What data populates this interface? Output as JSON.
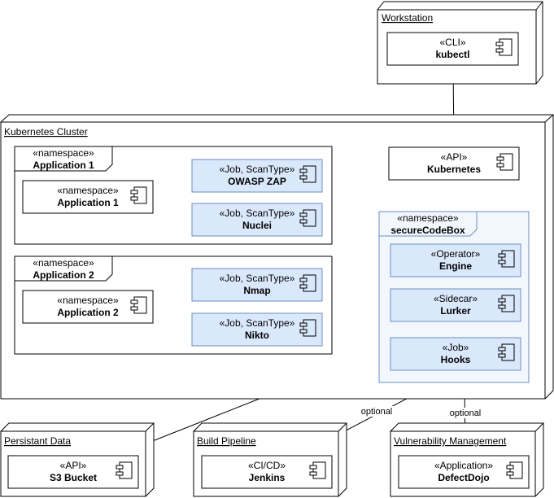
{
  "nodes": {
    "workstation": {
      "title": "Workstation"
    },
    "cluster": {
      "title": "Kubernetes Cluster"
    },
    "persistant_data": {
      "title": "Persistant Data"
    },
    "build_pipeline": {
      "title": "Build Pipeline"
    },
    "vuln_mgmt": {
      "title": "Vulnerability Management"
    }
  },
  "packages": {
    "app1": {
      "stereotype": "«namespace»",
      "name": "Application 1"
    },
    "app2": {
      "stereotype": "«namespace»",
      "name": "Application 2"
    },
    "scb": {
      "stereotype": "«namespace»",
      "name": "secureCodeBox"
    }
  },
  "components": {
    "kubectl": {
      "stereotype": "«CLI»",
      "name": "kubectl"
    },
    "kubernetes": {
      "stereotype": "«API»",
      "name": "Kubernetes"
    },
    "app1_ns": {
      "stereotype": "«namespace»",
      "name": "Application 1"
    },
    "zap": {
      "stereotype": "«Job, ScanType»",
      "name": "OWASP ZAP"
    },
    "nuclei": {
      "stereotype": "«Job, ScanType»",
      "name": "Nuclei"
    },
    "app2_ns": {
      "stereotype": "«namespace»",
      "name": "Application 2"
    },
    "nmap": {
      "stereotype": "«Job, ScanType»",
      "name": "Nmap"
    },
    "nikto": {
      "stereotype": "«Job, ScanType»",
      "name": "Nikto"
    },
    "engine": {
      "stereotype": "«Operator»",
      "name": "Engine"
    },
    "lurker": {
      "stereotype": "«Sidecar»",
      "name": "Lurker"
    },
    "hooks": {
      "stereotype": "«Job»",
      "name": "Hooks"
    },
    "s3": {
      "stereotype": "«API»",
      "name": "S3 Bucket"
    },
    "jenkins": {
      "stereotype": "«CI/CD»",
      "name": "Jenkins"
    },
    "defectdojo": {
      "stereotype": "«Application»",
      "name": "DefectDojo"
    }
  },
  "edge_labels": {
    "hooks_to_jenkins": "optional",
    "hooks_to_defectdojo": "optional"
  },
  "colors": {
    "component_fill": "#dae8fc",
    "component_stroke": "#6c8ebf",
    "line": "#000000"
  }
}
